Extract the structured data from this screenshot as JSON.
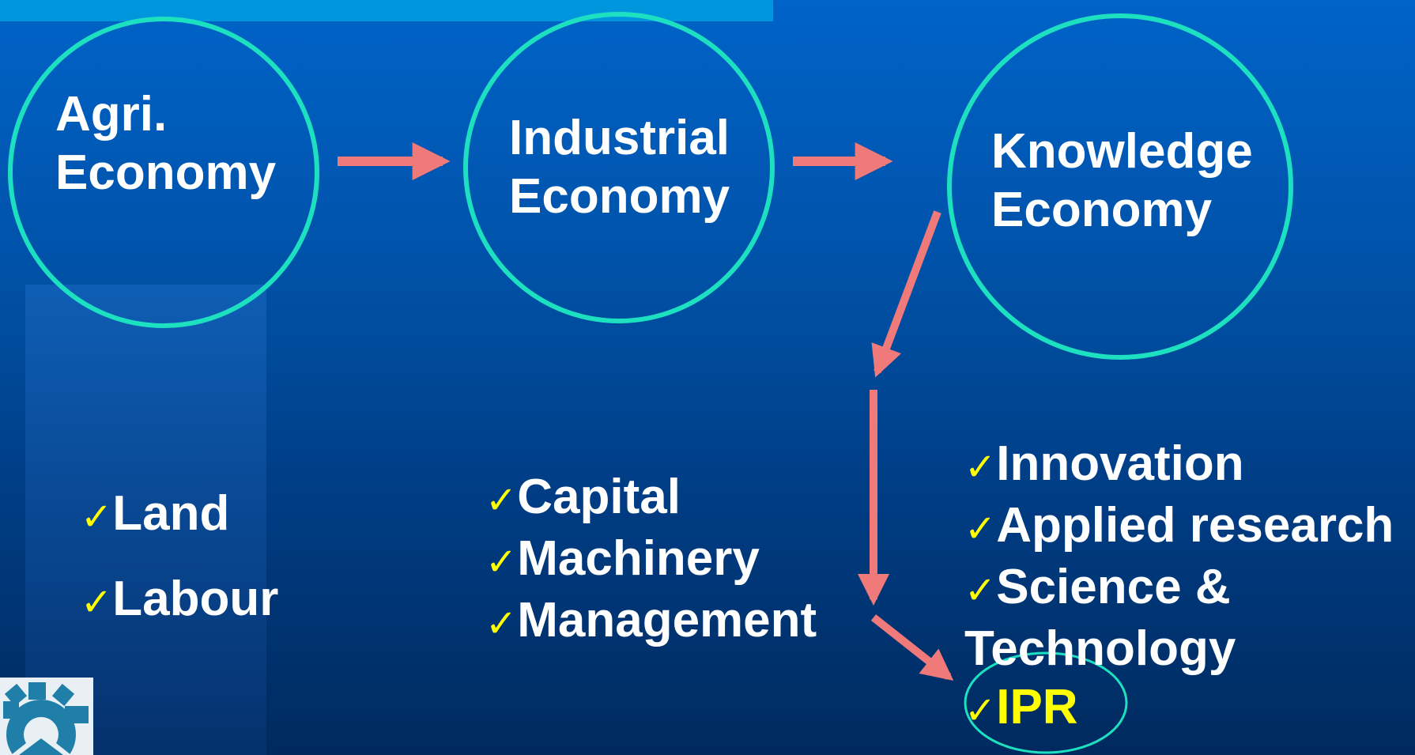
{
  "stages": [
    {
      "title_line1": "Agri.",
      "title_line2": "Economy"
    },
    {
      "title_line1": "Industrial",
      "title_line2": "Economy"
    },
    {
      "title_line1": "Knowledge",
      "title_line2": "Economy"
    }
  ],
  "agri_factors": [
    "Land",
    "Labour"
  ],
  "industrial_factors": [
    "Capital",
    "Machinery",
    "Management"
  ],
  "knowledge_factors": [
    "Innovation",
    "Applied research",
    "Science &",
    "Technology",
    "IPR"
  ],
  "check_symbol": "✓",
  "colors": {
    "circle_stroke": "#1de0c0",
    "arrow": "#f07a7a",
    "check": "#ffff00",
    "text": "#ffffff",
    "highlight_text": "#ffff00"
  },
  "icons": {
    "logo": "gear-logo-icon"
  }
}
